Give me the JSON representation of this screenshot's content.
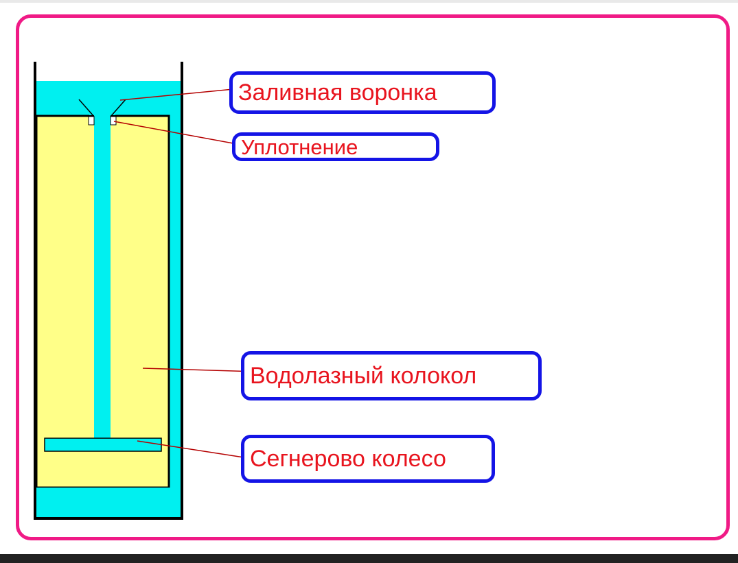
{
  "labels": {
    "funnel": "Заливная воронка",
    "seal": "Уплотнение",
    "bell": "Водолазный колокол",
    "wheel": "Сегнерово колесо"
  },
  "colors": {
    "frame": "#f01a86",
    "label_border": "#1414e6",
    "label_text": "#e8141e",
    "water": "#00f0f0",
    "bell_fill": "#ffff88",
    "outline": "#000000",
    "leader_line": "#b40000"
  }
}
